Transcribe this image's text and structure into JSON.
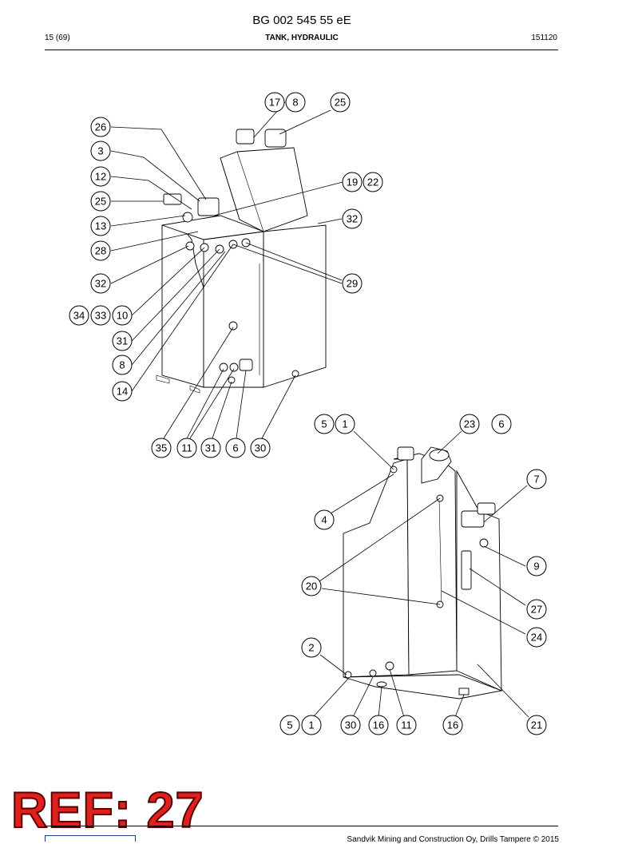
{
  "header": {
    "doc_number": "BG 002 545 55 eE",
    "page": "15 (69)",
    "title": "TANK, HYDRAULIC",
    "date_code": "151120"
  },
  "ref_stamp": "REF: 27",
  "footer": {
    "copyright": "Sandvik Mining and Construction Oy, Drills Tampere © 2015"
  },
  "callouts": [
    "17",
    "8",
    "25",
    "26",
    "3",
    "12",
    "19",
    "22",
    "25",
    "32",
    "13",
    "28",
    "32",
    "29",
    "34",
    "33",
    "10",
    "31",
    "8",
    "14",
    "35",
    "11",
    "31",
    "6",
    "30",
    "5",
    "1",
    "23",
    "6",
    "7",
    "4",
    "9",
    "20",
    "27",
    "24",
    "2",
    "5",
    "1",
    "30",
    "16",
    "11",
    "16",
    "21"
  ]
}
